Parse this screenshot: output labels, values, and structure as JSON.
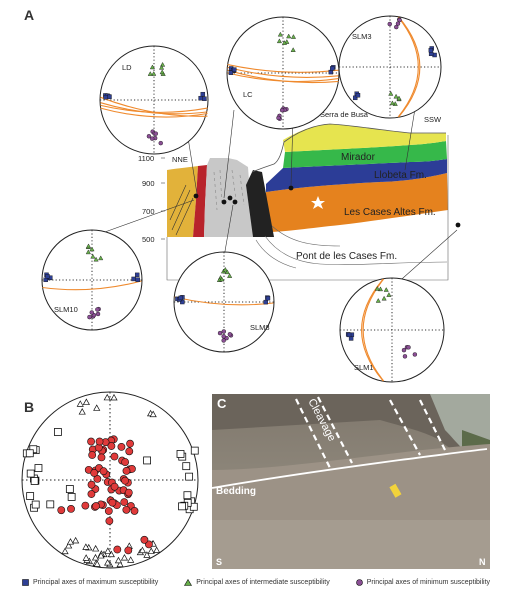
{
  "panels": {
    "a": "A",
    "b": "B",
    "c": "C"
  },
  "section": {
    "orient_left": "NNE",
    "orient_right": "SSW",
    "peak": "Serra de Busa",
    "axis_ticks": [
      "1100",
      "900",
      "700",
      "500"
    ],
    "formations": [
      {
        "name": "Mirador",
        "color": "#e6e44f"
      },
      {
        "name": "Llobeta Fm.",
        "color": "#36b84a"
      },
      {
        "name": "Les Cases Altes Fm.",
        "color": "#e5821e"
      },
      {
        "name": "Pont de les Cases Fm.",
        "color": "#ffffff"
      }
    ],
    "unit_colors": {
      "blue": "#2c3d97",
      "ochre": "#e2b23a",
      "red": "#b8232b",
      "grey": "#c8c8c8",
      "black": "#222222"
    }
  },
  "stereonets": [
    {
      "id": "LD",
      "label": "LD"
    },
    {
      "id": "LC",
      "label": "LC"
    },
    {
      "id": "SLM3",
      "label": "SLM3"
    },
    {
      "id": "SLM10",
      "label": "SLM10"
    },
    {
      "id": "SLM8",
      "label": "SLM8"
    },
    {
      "id": "SLM1",
      "label": "SLM1"
    }
  ],
  "photo": {
    "cleavage": "Cleavage",
    "bedding": "Bedding",
    "corner_left": "S",
    "corner_right": "N"
  },
  "legend": {
    "max": "Principal axes of maximum susceptibility",
    "int": "Principal axes of intermediate susceptibility",
    "min": "Principal axes of minimum susceptibility"
  },
  "colors": {
    "max_axis": "#2e3f95",
    "int_axis": "#67b04a",
    "min_axis": "#8b4f95",
    "plane": "#ef8a2e",
    "pole_red": "#e03a3a"
  }
}
